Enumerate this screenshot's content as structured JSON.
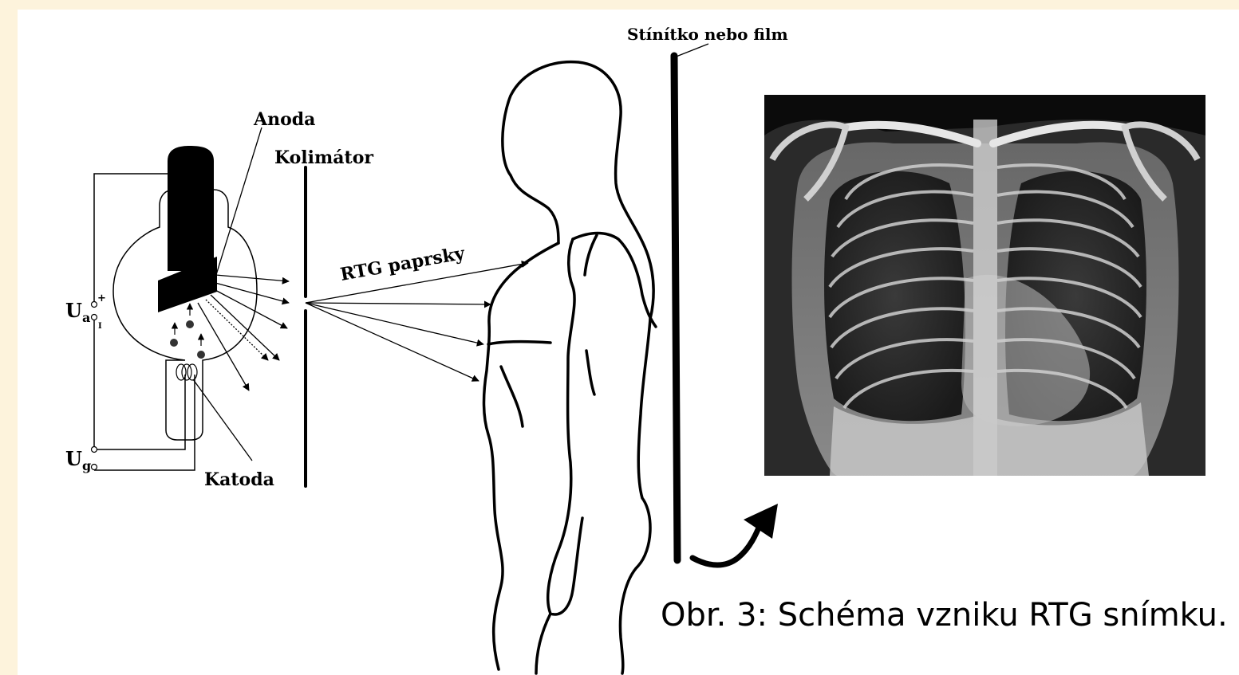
{
  "labels": {
    "anode": "Anoda",
    "collimator": "Kolimátor",
    "cathode": "Katoda",
    "rays": "RTG paprsky",
    "screen": "Stínítko nebo film",
    "ua_main": "U",
    "ua_sub": "a",
    "ug_main": "U",
    "ug_sub": "g",
    "plus": "+",
    "minus": "I"
  },
  "caption": "Obr. 3: Schéma vzniku RTG snímku.",
  "colors": {
    "background": "#fdf3dc",
    "ink": "#000000",
    "xray_bg": "#0b0b0b"
  },
  "icons": {
    "arrow": "curved-arrow-icon"
  }
}
